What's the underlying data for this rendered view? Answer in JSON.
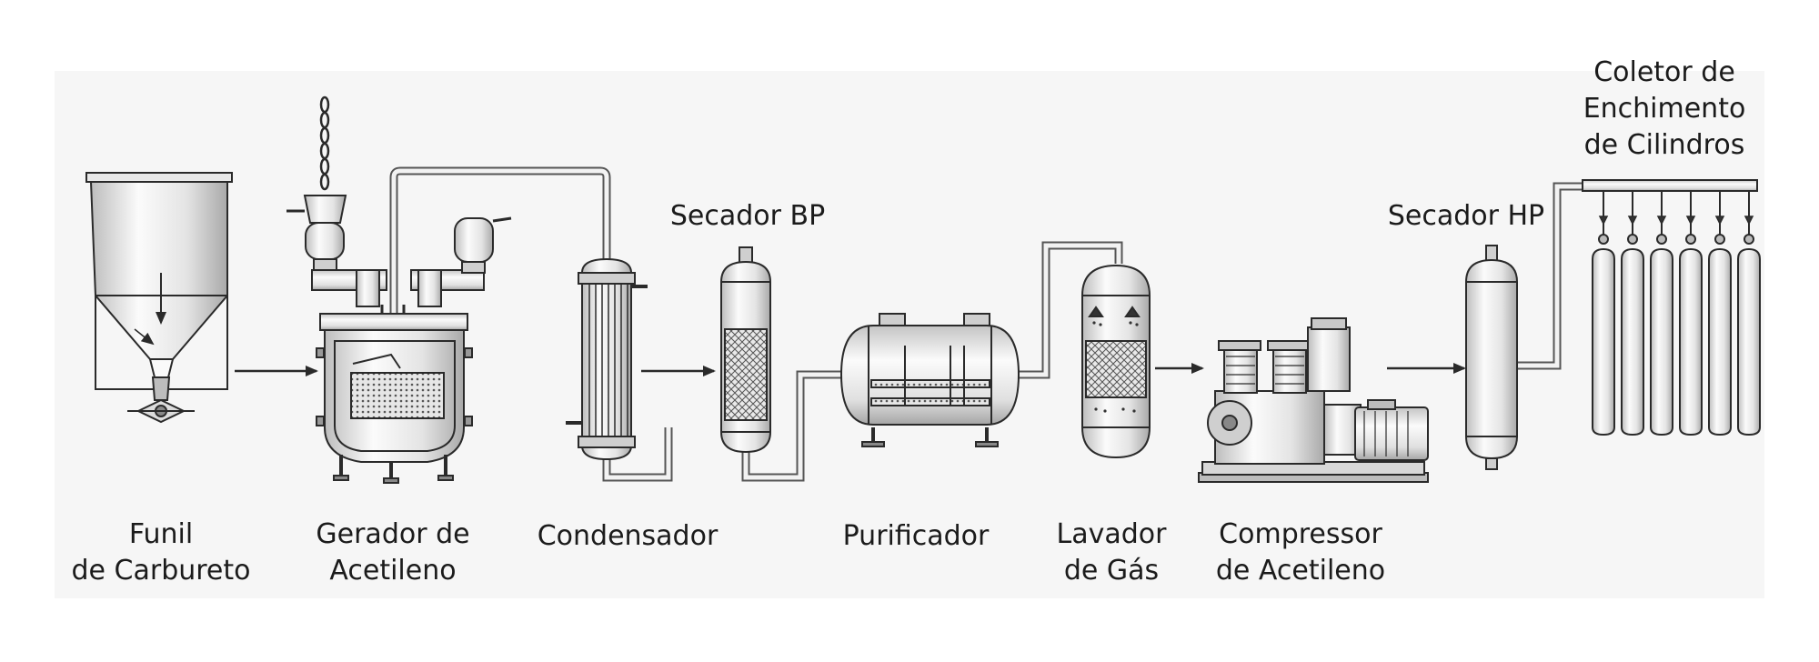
{
  "labels": {
    "hopper": "Funil\nde Carbureto",
    "generator": "Gerador de\nAcetileno",
    "condenser": "Condensador",
    "lp_dryer": "Secador BP",
    "purifier": "Purificador",
    "scrubber": "Lavador\nde Gás",
    "compressor": "Compressor\nde Acetileno",
    "hp_dryer": "Secador HP",
    "manifold": "Coletor de\nEnchimento\nde Cilindros"
  },
  "colors": {
    "line": "#2a2a2a",
    "metal_light": "#f4f4f4",
    "metal_mid": "#d6d6d6",
    "metal_dark": "#9a9a9a",
    "backdrop": "#f3f3f3"
  },
  "cylinder_count": 6
}
